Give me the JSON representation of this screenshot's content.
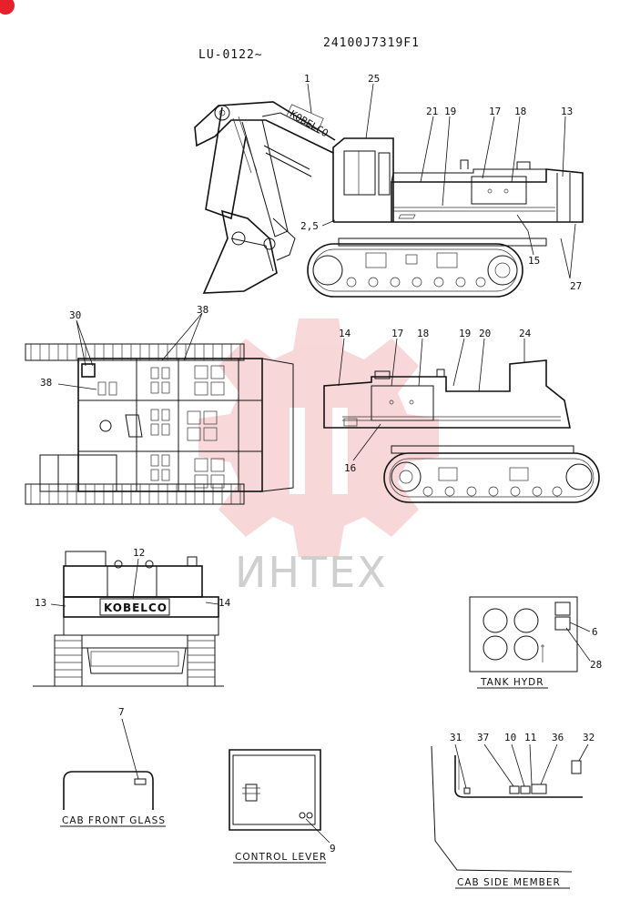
{
  "header": {
    "serial_range": "LU-0122~",
    "part_number": "24100J7319F1"
  },
  "watermark": "ИНТЕХ",
  "brand_plate": "KOBELCO",
  "callouts": {
    "c1": "1",
    "c25": "25",
    "c21": "21",
    "c19a": "19",
    "c17a": "17",
    "c18a": "18",
    "c13a": "13",
    "c25b": "2,5",
    "c15": "15",
    "c27": "27",
    "c30": "30",
    "c38a": "38",
    "c38b": "38",
    "c14a": "14",
    "c17b": "17",
    "c18b": "18",
    "c19b": "19",
    "c20": "20",
    "c24": "24",
    "c16": "16",
    "c12": "12",
    "c13b": "13",
    "c14b": "14",
    "c6": "6",
    "c28": "28",
    "c7": "7",
    "c9": "9",
    "c31": "31",
    "c37": "37",
    "c10": "10",
    "c11": "11",
    "c36": "36",
    "c32": "32"
  },
  "captions": {
    "tank_hydr": "TANK HYDR",
    "cab_front_glass": "CAB FRONT GLASS",
    "control_lever": "CONTROL LEVER",
    "cab_side_member": "CAB SIDE MEMBER"
  },
  "colors": {
    "line": "#111111",
    "watermark_red": "#f2b8b8",
    "watermark_text": "#cfcfcf",
    "corner_badge": "#e8202a"
  }
}
